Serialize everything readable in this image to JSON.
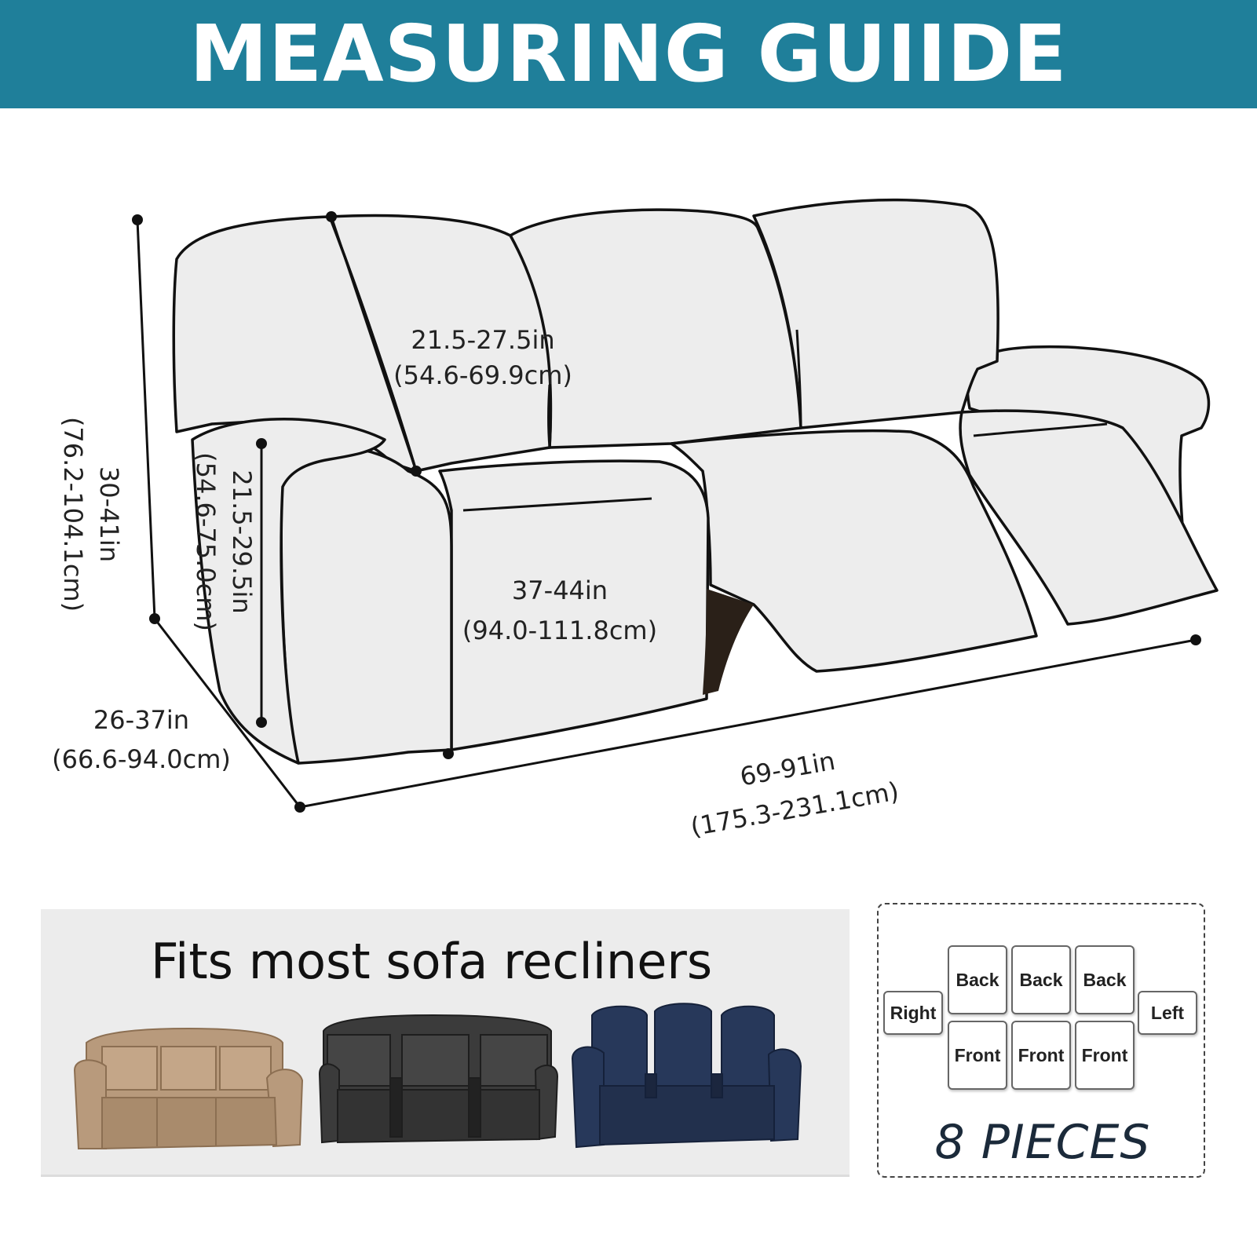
{
  "banner": {
    "title": "MEASURING GUIIDE",
    "color": "#1f7f9a"
  },
  "dimensions": {
    "back_width": {
      "inches": "21.5-27.5in",
      "cm": "(54.6-69.9cm)"
    },
    "total_height": {
      "inches": "30-41in",
      "cm": "(76.2-104.1cm)"
    },
    "arm_height": {
      "inches": "21.5-29.5in",
      "cm": "(54.6-75.0cm)"
    },
    "seat_depth": {
      "inches": "37-44in",
      "cm": "(94.0-111.8cm)"
    },
    "side_depth": {
      "inches": "26-37in",
      "cm": "(66.6-94.0cm)"
    },
    "total_width": {
      "inches": "69-91in",
      "cm": "(175.3-231.1cm)"
    }
  },
  "fits": {
    "title": "Fits most sofa recliners",
    "sofa_colors": [
      "#b89a7c",
      "#3b3b3b",
      "#27385a"
    ]
  },
  "pieces": {
    "right": "Right",
    "left": "Left",
    "backs": [
      "Back",
      "Back",
      "Back"
    ],
    "fronts": [
      "Front",
      "Front",
      "Front"
    ],
    "count_label": "8 PIECES"
  }
}
